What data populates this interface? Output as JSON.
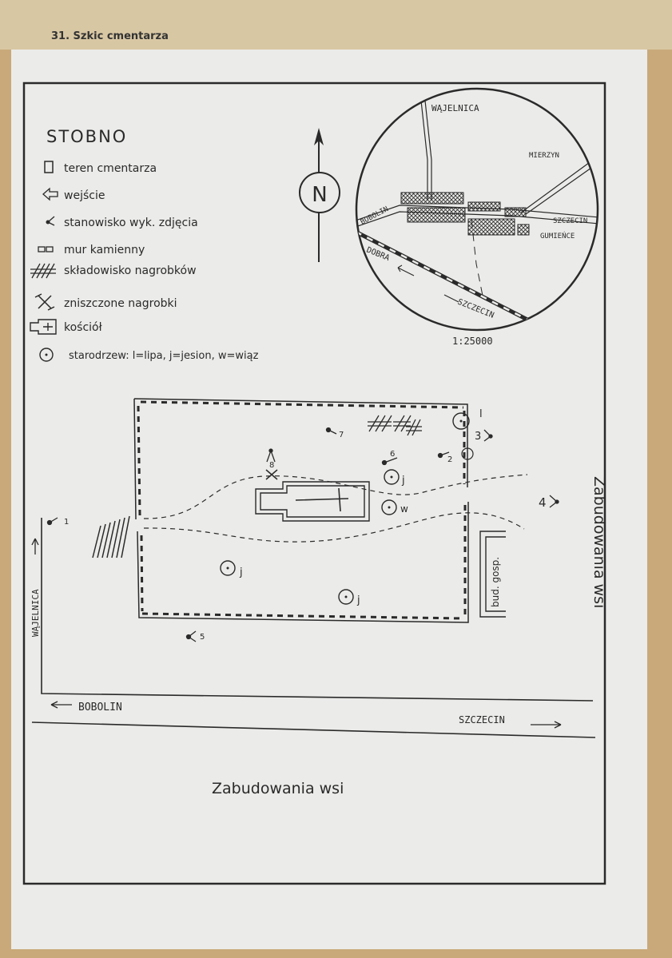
{
  "page": {
    "header": "31. Szkic cmentarza"
  },
  "map": {
    "title": "STOBNO",
    "north_label": "N",
    "legend": [
      {
        "symbol": "rect-outline-icon",
        "label": "teren cmentarza"
      },
      {
        "symbol": "entrance-arrow-icon",
        "label": "wejście"
      },
      {
        "symbol": "photo-position-icon",
        "label": "stanowisko wyk. zdjęcia"
      },
      {
        "symbol": "stone-wall-icon",
        "label": "mur kamienny"
      },
      {
        "symbol": "tombstone-storage-icon",
        "label": "składowisko nagrobków"
      },
      {
        "symbol": "destroyed-tombstone-icon",
        "label": "zniszczone nagrobki"
      },
      {
        "symbol": "church-icon",
        "label": "kościół"
      },
      {
        "symbol": "old-tree-icon",
        "label": "starodrzew: l=lipa, j=jesion, w=wiąz"
      }
    ],
    "inset": {
      "scale": "1:25000",
      "labels": {
        "wajelnica": "WĄJELNICA",
        "mierzyn": "MIERZYN",
        "bobolin": "BOBOLIN",
        "szczecin_road": "SZCZECIN",
        "gumience": "GUMIEŃCE",
        "dobra": "DOBRA",
        "szczecin_rail": "SZCZECIN"
      }
    },
    "roads": {
      "wajelnica": "WĄJELNICA",
      "bobolin": "BOBOLIN",
      "szczecin": "SZCZECIN"
    },
    "village_east": "Zabudowania wsi",
    "village_south": "Zabudowania wsi",
    "farm_building": "bud. gosp.",
    "photo_points": [
      "1",
      "2",
      "3",
      "4",
      "5",
      "6",
      "7",
      "8"
    ],
    "trees": [
      {
        "kind": "l"
      },
      {
        "kind": "j"
      },
      {
        "kind": "w"
      },
      {
        "kind": "j"
      },
      {
        "kind": "j"
      }
    ]
  }
}
